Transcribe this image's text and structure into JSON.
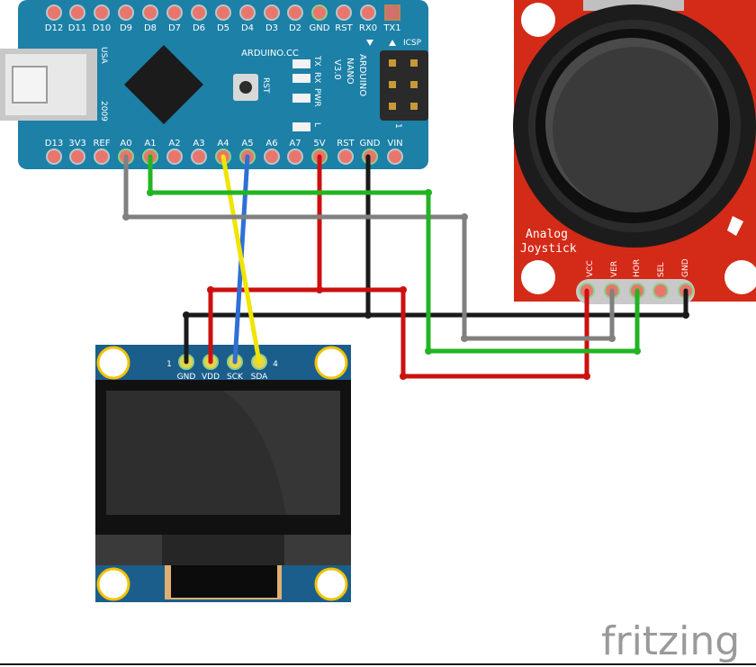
{
  "arduino": {
    "top_pins": [
      "D12",
      "D11",
      "D10",
      "D9",
      "D8",
      "D7",
      "D6",
      "D5",
      "D4",
      "D3",
      "D2",
      "GND",
      "RST",
      "RX0",
      "TX1"
    ],
    "bottom_pins": [
      "D13",
      "3V3",
      "REF",
      "A0",
      "A1",
      "A2",
      "A3",
      "A4",
      "A5",
      "A6",
      "A7",
      "5V",
      "RST",
      "GND",
      "VIN"
    ],
    "brand": "ARDUINO.CC",
    "model_lines": [
      "ARDUINO",
      "NANO",
      "V3.0"
    ],
    "usa": "USA",
    "year": "2009",
    "rst": "RST",
    "icsp": "ICSP",
    "led_labels": [
      "TX",
      "RX",
      "PWR",
      "L"
    ],
    "icsp_num": "1"
  },
  "oled": {
    "pins": [
      "GND",
      "VDD",
      "SCK",
      "SDA"
    ],
    "pin_first_num": "1",
    "pin_last_num": "4"
  },
  "joystick": {
    "pins": [
      "VCC",
      "VER",
      "HOR",
      "SEL",
      "GND"
    ],
    "label_lines": [
      "Analog",
      "Joystick"
    ]
  },
  "wire_colors": {
    "gnd": "#1a1a1a",
    "vcc": "#cc1010",
    "sck": "#2f6fd6",
    "sda": "#f0e400",
    "ver": "#808080",
    "hor": "#22b422"
  },
  "footer": {
    "brand": "fritzing"
  }
}
